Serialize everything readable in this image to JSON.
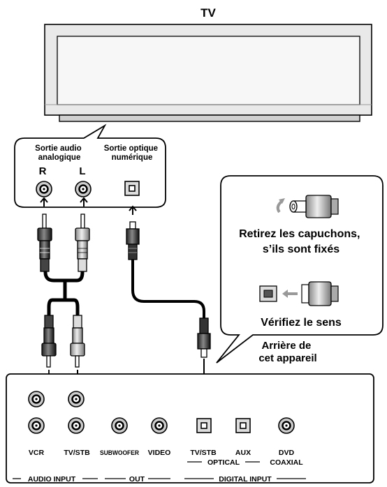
{
  "tv_label": "TV",
  "tv_callout": {
    "analog_out": [
      "Sortie audio",
      "analogique"
    ],
    "optical_out": [
      "Sortie optique",
      "numérique"
    ],
    "channel_right": "R",
    "channel_left": "L"
  },
  "tip_callout": {
    "remove_caps": [
      "Retirez les capuchons,",
      "s’ils sont fixés"
    ],
    "check_direction": "Vérifiez le sens"
  },
  "rear_label": [
    "Arrière de",
    "cet appareil"
  ],
  "rear_panel": {
    "jacks": {
      "vcr": "VCR",
      "tv_stb": "TV/STB",
      "subwoofer": "SUBWOOFER",
      "video": "VIDEO",
      "optical_tv_stb": "TV/STB",
      "optical_aux": "AUX",
      "dvd": "DVD"
    },
    "sublabels": {
      "optical": "OPTICAL",
      "coaxial": "COAXIAL"
    },
    "groups": {
      "audio_input": "AUDIO INPUT",
      "out": "OUT",
      "digital_input": "DIGITAL INPUT"
    }
  }
}
